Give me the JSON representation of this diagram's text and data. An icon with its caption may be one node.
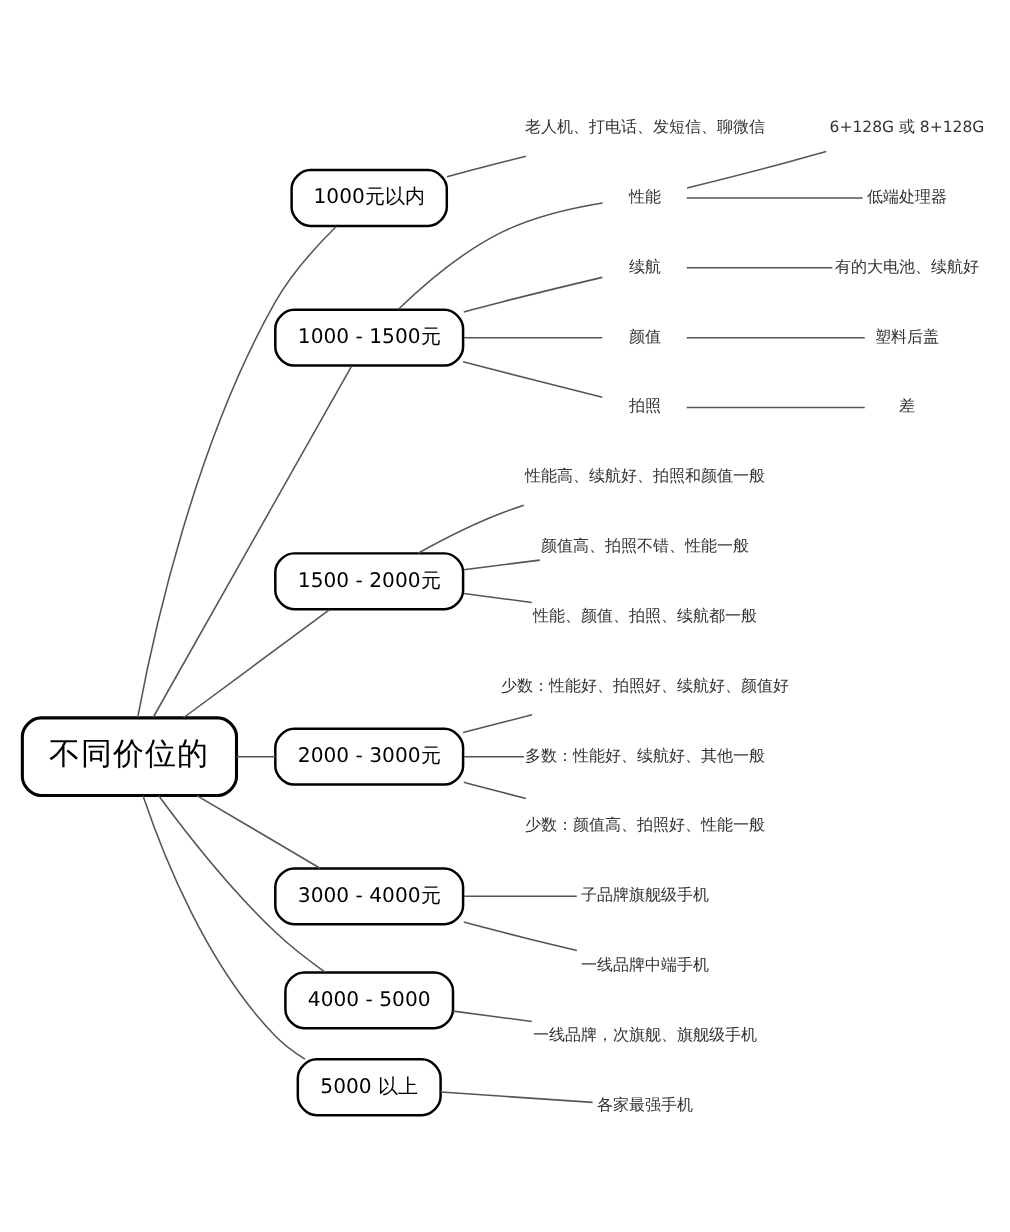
{
  "diagram": {
    "nodes": [
      {
        "text": [
          "不同价位的"
        ]
      },
      {
        "text": [
          "1000元以内"
        ]
      },
      {
        "text": [
          "老人机、打电话、发短信、聊微信"
        ]
      },
      {
        "text": [
          "1000 - 1500元"
        ]
      },
      {
        "text": [
          "性能"
        ]
      },
      {
        "text": [
          "6+128G 或 8+128G"
        ]
      },
      {
        "text": [
          "低端处理器"
        ]
      },
      {
        "text": [
          "续航"
        ]
      },
      {
        "text": [
          "有的大电池、续航好"
        ]
      },
      {
        "text": [
          "颜值"
        ]
      },
      {
        "text": [
          "塑料后盖"
        ]
      },
      {
        "text": [
          "拍照"
        ]
      },
      {
        "text": [
          "差"
        ]
      },
      {
        "text": [
          "1500 - 2000元"
        ]
      },
      {
        "text": [
          "性能高、续航好、拍照和颜值一般"
        ]
      },
      {
        "text": [
          "颜值高、拍照不错、性能一般"
        ]
      },
      {
        "text": [
          "性能、颜值、拍照、续航都一般"
        ]
      },
      {
        "text": [
          "2000 - 3000元"
        ]
      },
      {
        "text": [
          "少数：性能好、拍照好、续航好、颜值好"
        ]
      },
      {
        "text": [
          "多数：性能好、续航好、其他一般"
        ]
      },
      {
        "text": [
          "少数：颜值高、拍照好、性能一般"
        ]
      },
      {
        "text": [
          "3000 - 4000元"
        ]
      },
      {
        "text": [
          "子品牌旗舰级手机"
        ]
      },
      {
        "text": [
          "一线品牌中端手机"
        ]
      },
      {
        "text": [
          "4000 - 5000"
        ]
      },
      {
        "text": [
          "一线品牌，次旗舰、旗舰级手机"
        ]
      },
      {
        "text": [
          "5000 以上"
        ]
      },
      {
        "text": [
          "各家最强手机"
        ]
      }
    ],
    "edges": [
      {
        "from": 0,
        "to": 1,
        "arrow": "none"
      },
      {
        "from": 1,
        "to": 2,
        "arrow": "none"
      },
      {
        "from": 0,
        "to": 3,
        "arrow": "none"
      },
      {
        "from": 3,
        "to": 4,
        "arrow": "none"
      },
      {
        "from": 4,
        "to": 5,
        "arrow": "none"
      },
      {
        "from": 4,
        "to": 6,
        "arrow": "none"
      },
      {
        "from": 3,
        "to": 7,
        "arrow": "none"
      },
      {
        "from": 7,
        "to": 8,
        "arrow": "none"
      },
      {
        "from": 3,
        "to": 9,
        "arrow": "none"
      },
      {
        "from": 9,
        "to": 10,
        "arrow": "none"
      },
      {
        "from": 3,
        "to": 11,
        "arrow": "none"
      },
      {
        "from": 11,
        "to": 12,
        "arrow": "none"
      },
      {
        "from": 0,
        "to": 13,
        "arrow": "none"
      },
      {
        "from": 13,
        "to": 14,
        "arrow": "none"
      },
      {
        "from": 13,
        "to": 15,
        "arrow": "none"
      },
      {
        "from": 13,
        "to": 16,
        "arrow": "none"
      },
      {
        "from": 0,
        "to": 17,
        "arrow": "none"
      },
      {
        "from": 17,
        "to": 18,
        "arrow": "none"
      },
      {
        "from": 17,
        "to": 19,
        "arrow": "none"
      },
      {
        "from": 17,
        "to": 20,
        "arrow": "none"
      },
      {
        "from": 0,
        "to": 21,
        "arrow": "none"
      },
      {
        "from": 21,
        "to": 22,
        "arrow": "none"
      },
      {
        "from": 21,
        "to": 23,
        "arrow": "none"
      },
      {
        "from": 0,
        "to": 24,
        "arrow": "none"
      },
      {
        "from": 24,
        "to": 25,
        "arrow": "none"
      },
      {
        "from": 0,
        "to": 26,
        "arrow": "none"
      },
      {
        "from": 26,
        "to": 27,
        "arrow": "none"
      }
    ]
  }
}
